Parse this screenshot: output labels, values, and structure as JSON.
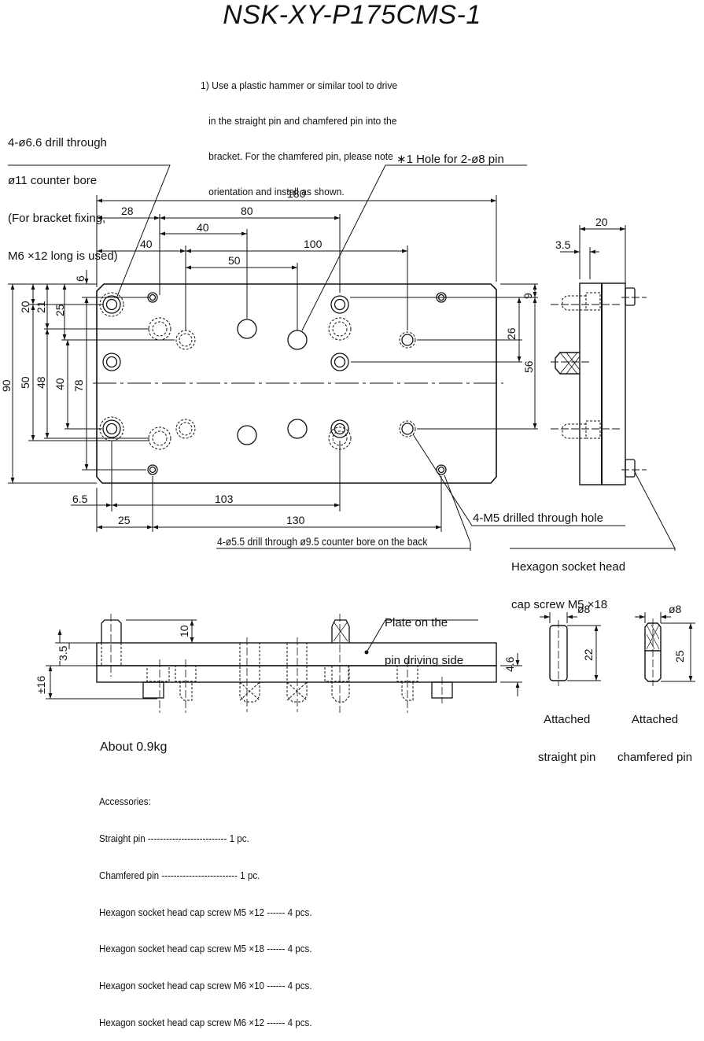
{
  "title": "NSK-XY-P175CMS-1",
  "note": [
    "1) Use a plastic hammer or similar tool to drive",
    "   in the straight pin and chamfered pin into the",
    "   bracket. For the chamfered pin, please note",
    "   orientation and install as shown."
  ],
  "callouts": {
    "drill_holes": [
      "4-ø6.6 drill through",
      "ø11 counter bore",
      "(For bracket fixing,",
      "M6 ×12 long is used)"
    ],
    "pin_hole": "∗1 Hole for 2-ø8 pin",
    "m5_holes": "4-M5 drilled through hole",
    "cap_screw": [
      "Hexagon socket head",
      "cap screw M5 ×18"
    ],
    "back_holes": "4-ø5.5 drill through ø9.5 counter bore on the back",
    "plate_label": [
      "Plate on the",
      "pin driving side"
    ],
    "straight_pin": [
      "Attached",
      "straight pin"
    ],
    "chamfered_pin": [
      "Attached",
      "chamfered pin"
    ]
  },
  "dims": {
    "d180": "180",
    "d28": "28",
    "d80": "80",
    "d40a": "40",
    "d40b": "40",
    "d100": "100",
    "d50": "50",
    "d6": "6",
    "d20": "20",
    "d21": "21",
    "d25": "25",
    "d90": "90",
    "d50v": "50",
    "d48": "48",
    "d40v": "40",
    "d78": "78",
    "d9": "9",
    "d26": "26",
    "d56": "56",
    "d6_5": "6.5",
    "d103": "103",
    "d25b": "25",
    "d130": "130",
    "side20": "20",
    "side3_5": "3.5",
    "f10": "10",
    "f3_5": "3.5",
    "f16": "±16",
    "f4_6": "4.6",
    "p8a": "ø8",
    "p22": "22",
    "p8b": "ø8",
    "p25": "25"
  },
  "weight": "About 0.9kg",
  "accessories": {
    "heading": "Accessories:",
    "items": [
      "Straight pin -------------------------- 1 pc.",
      "Chamfered pin ------------------------- 1 pc.",
      "Hexagon socket head cap screw M5 ×12 ------ 4 pcs.",
      "Hexagon socket head cap screw M5 ×18 ------ 4 pcs.",
      "Hexagon socket head cap screw M6 ×10 ------ 4 pcs.",
      "Hexagon socket head cap screw M6 ×12 ------ 4 pcs."
    ]
  }
}
